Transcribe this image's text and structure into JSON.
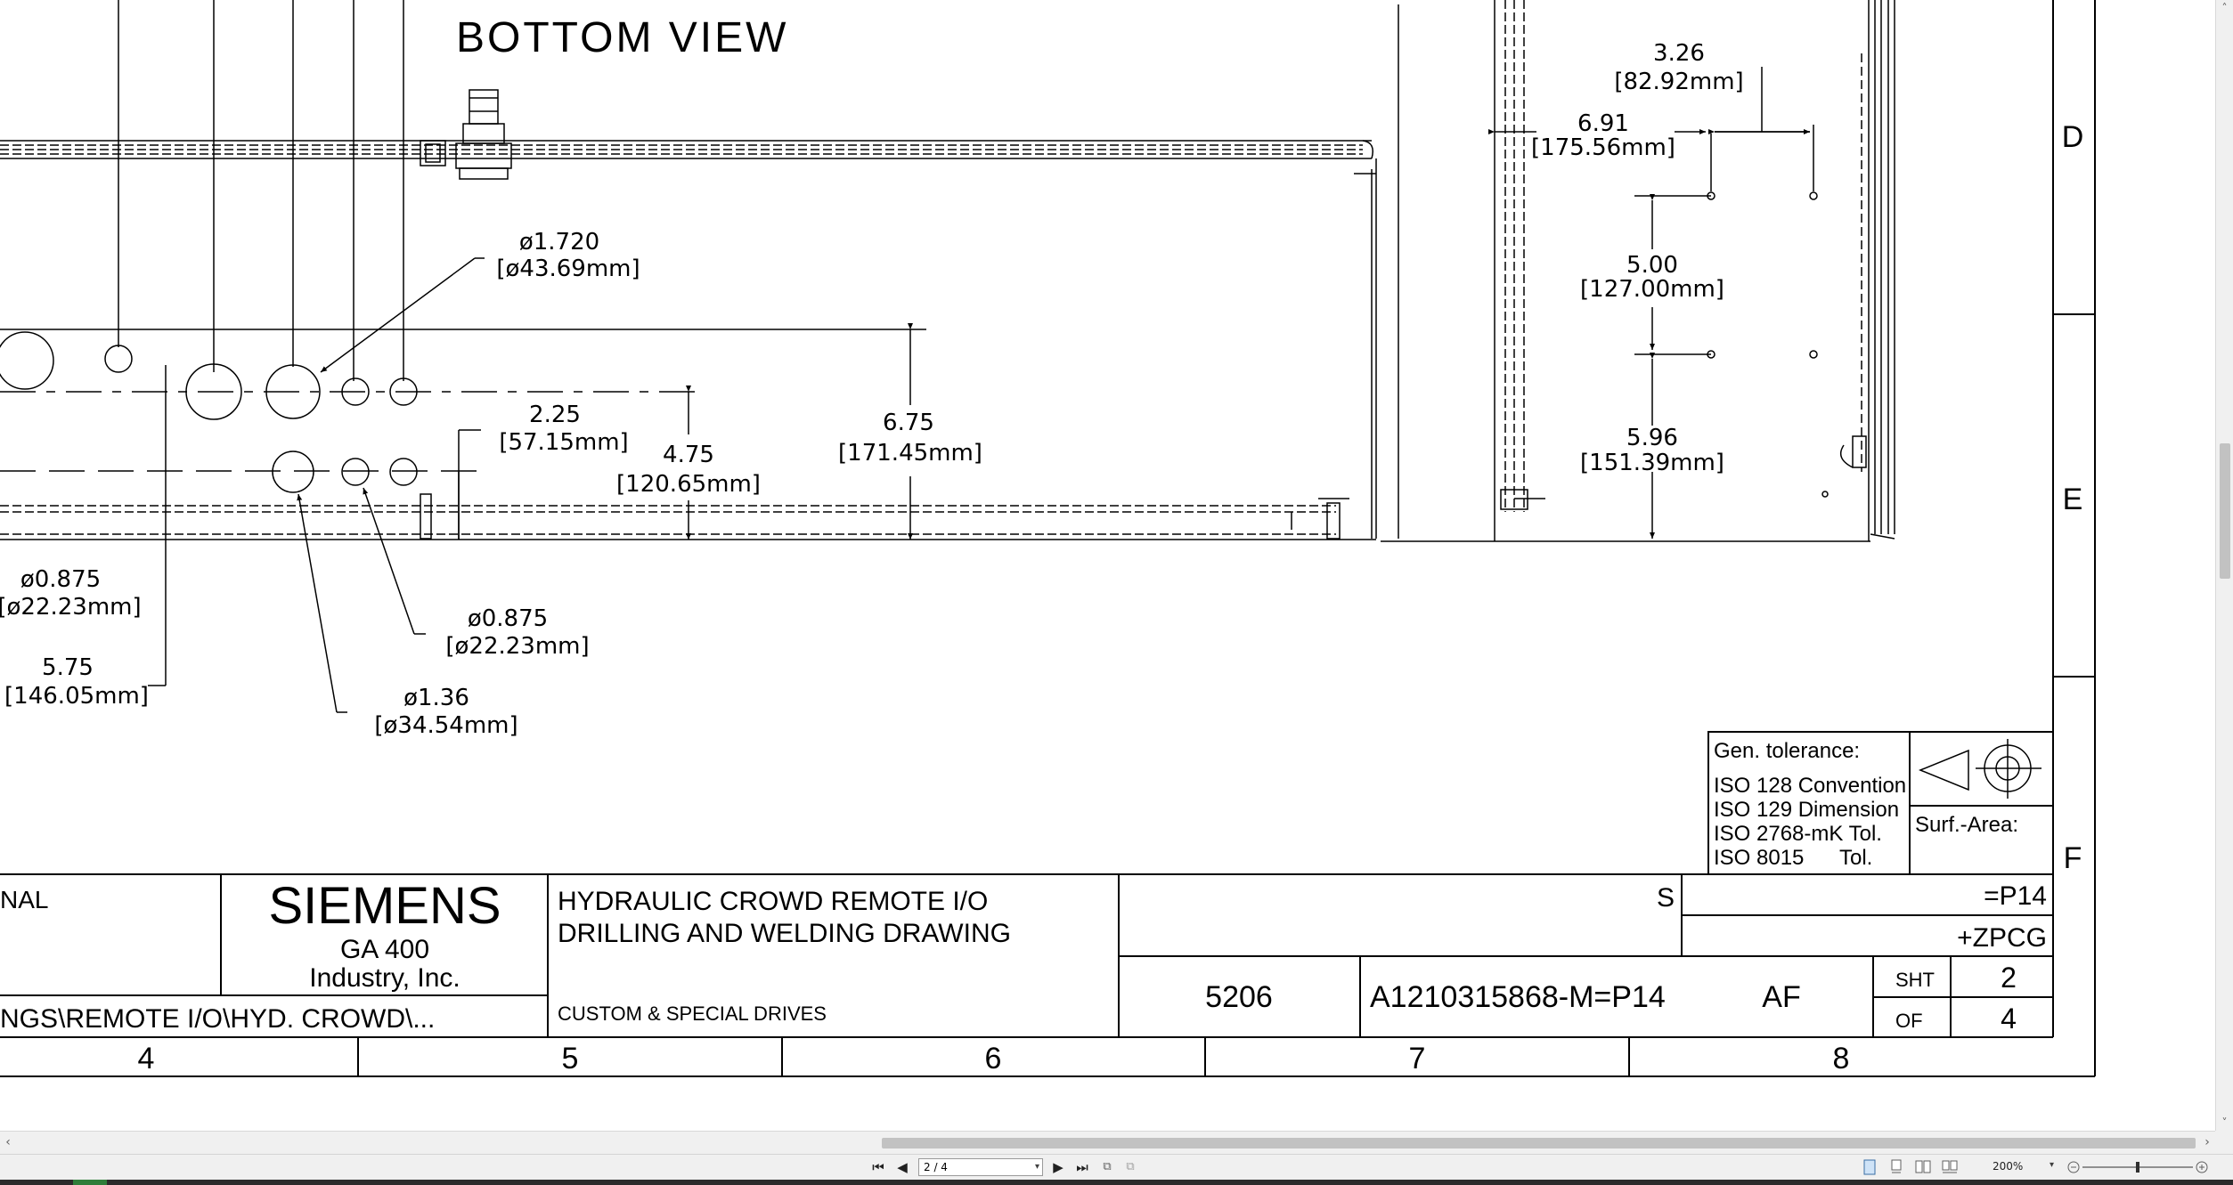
{
  "drawing": {
    "view_title": "BOTTOM VIEW",
    "dim_hole_1720_in": "ø1.720",
    "dim_hole_1720_mm": "[ø43.69mm]",
    "dim_hole_0875_left_in": "ø0.875",
    "dim_hole_0875_left_mm": "[ø22.23mm]",
    "dim_575_in": "5.75",
    "dim_575_mm": "[146.05mm]",
    "dim_hole_0875_in": "ø0.875",
    "dim_hole_0875_mm": "[ø22.23mm]",
    "dim_hole_136_in": "ø1.36",
    "dim_hole_136_mm": "[ø34.54mm]",
    "dim_225_in": "2.25",
    "dim_225_mm": "[57.15mm]",
    "dim_475_in": "4.75",
    "dim_475_mm": "[120.65mm]",
    "dim_675_in": "6.75",
    "dim_675_mm": "[171.45mm]",
    "dim_326_in": "3.26",
    "dim_326_mm": "[82.92mm]",
    "dim_691_in": "6.91",
    "dim_691_mm": "[175.56mm]",
    "dim_500_in": "5.00",
    "dim_500_mm": "[127.00mm]",
    "dim_596_in": "5.96",
    "dim_596_mm": "[151.39mm]",
    "zone_d": "D",
    "zone_e": "E",
    "zone_f": "F"
  },
  "tolerance_block": {
    "title": "Gen. tolerance:",
    "line1": "ISO 128 Convention",
    "line2": "ISO 129 Dimension",
    "line3": "ISO 2768-mK Tol.",
    "line4": "ISO 8015      Tol.",
    "surf_label": "Surf.-Area:"
  },
  "title_block": {
    "nal_fragment": "NAL",
    "company_logo": "SIEMENS",
    "company_line1": "GA 400",
    "company_line2": "Industry, Inc.",
    "path_fragment": "NGS\\REMOTE I/O\\HYD. CROWD\\...",
    "drawing_title_line1": "HYDRAULIC CROWD REMOTE I/O",
    "drawing_title_line2": "DRILLING AND WELDING DRAWING",
    "department": "CUSTOM & SPECIAL DRIVES",
    "s_label": "S",
    "ref1": "=P14",
    "ref2": "+ZPCG",
    "job_no": "5206",
    "drawing_no": "A1210315868-M=P14",
    "rev": "AF",
    "sht_label": "SHT",
    "sht_value": "2",
    "of_label": "OF",
    "of_value": "4",
    "col4": "4",
    "col5": "5",
    "col6": "6",
    "col7": "7",
    "col8": "8"
  },
  "viewer": {
    "page_indicator": "2 / 4",
    "zoom_level": "200%",
    "zoom_fraction": 0.5
  }
}
